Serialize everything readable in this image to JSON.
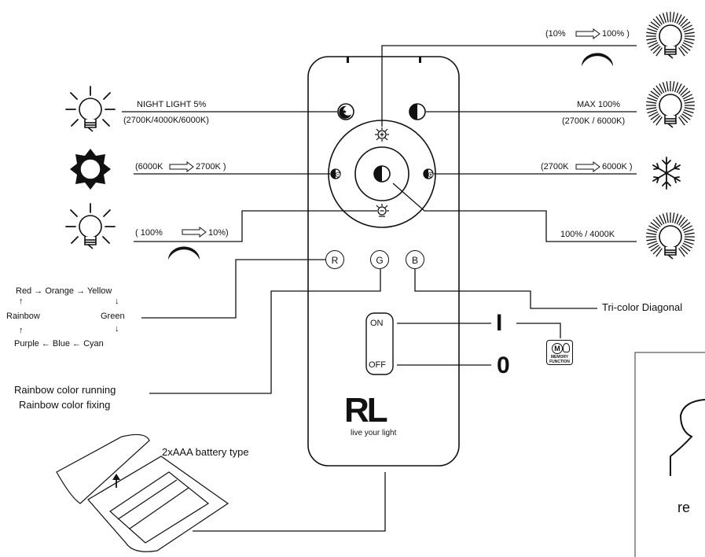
{
  "remote": {
    "buttons": {
      "r": "R",
      "g": "G",
      "b": "B"
    },
    "switch": {
      "on": "ON",
      "off": "OFF"
    },
    "logo": "RL",
    "tagline": "live your light"
  },
  "labels": {
    "night_light": "NIGHT LIGHT 5%",
    "night_light_temps": "(2700K/4000K/6000K)",
    "warm_dim": "(6000K",
    "warm_dim_to": "2700K )",
    "bright_down_from": "( 100%",
    "bright_down_to": "10%)",
    "bright_up_from": "(10%",
    "bright_up_to": "100% )",
    "max": "MAX 100%",
    "max_temps": "(2700K / 6000K)",
    "cool_up_from": "(2700K",
    "cool_up_to": "6000K )",
    "center": "100% / 4000K",
    "tricolor": "Tri-color Diagonal",
    "on_symbol": "I",
    "off_symbol": "0",
    "memory_letter": "M",
    "memory_text1": "MEMORY",
    "memory_text2": "FUNCTION",
    "rainbow_running": "Rainbow color running",
    "rainbow_fixing": "Rainbow color fixing",
    "battery": "2xAAA battery type",
    "partial_text": "re"
  },
  "color_cycle": {
    "red": "Red",
    "orange": "Orange",
    "yellow": "Yellow",
    "green": "Green",
    "cyan": "Cyan",
    "blue": "Blue",
    "purple": "Purple",
    "rainbow": "Rainbow",
    "arrow_right": "→",
    "arrow_left": "←",
    "arrow_up": "↑",
    "arrow_down": "↓"
  }
}
